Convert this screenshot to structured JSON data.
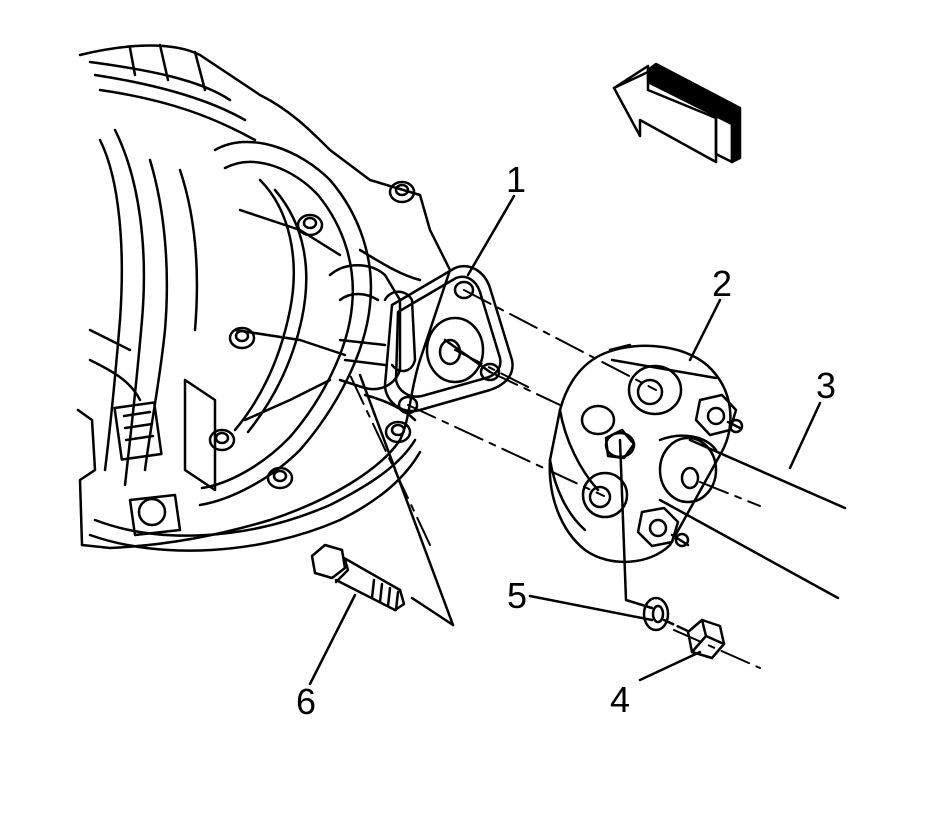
{
  "callouts": [
    {
      "label": "1"
    },
    {
      "label": "2"
    },
    {
      "label": "3"
    },
    {
      "label": "4"
    },
    {
      "label": "5"
    },
    {
      "label": "6"
    }
  ],
  "colors": {
    "line": "#000000",
    "background": "#ffffff"
  },
  "icons": [
    "forward-direction-arrow-icon"
  ]
}
